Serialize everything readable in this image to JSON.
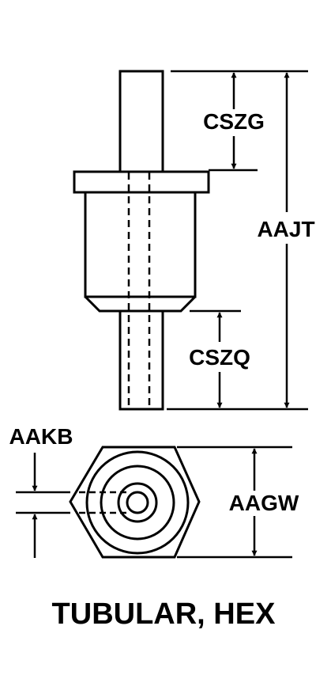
{
  "diagram": {
    "title": "TUBULAR, HEX",
    "dimensions": {
      "cszg": "CSZG",
      "aajt": "AAJT",
      "cszq": "CSZQ",
      "aakb": "AAKB",
      "aagw": "AAGW"
    }
  },
  "colors": {
    "line": "#000000",
    "background": "#ffffff"
  }
}
